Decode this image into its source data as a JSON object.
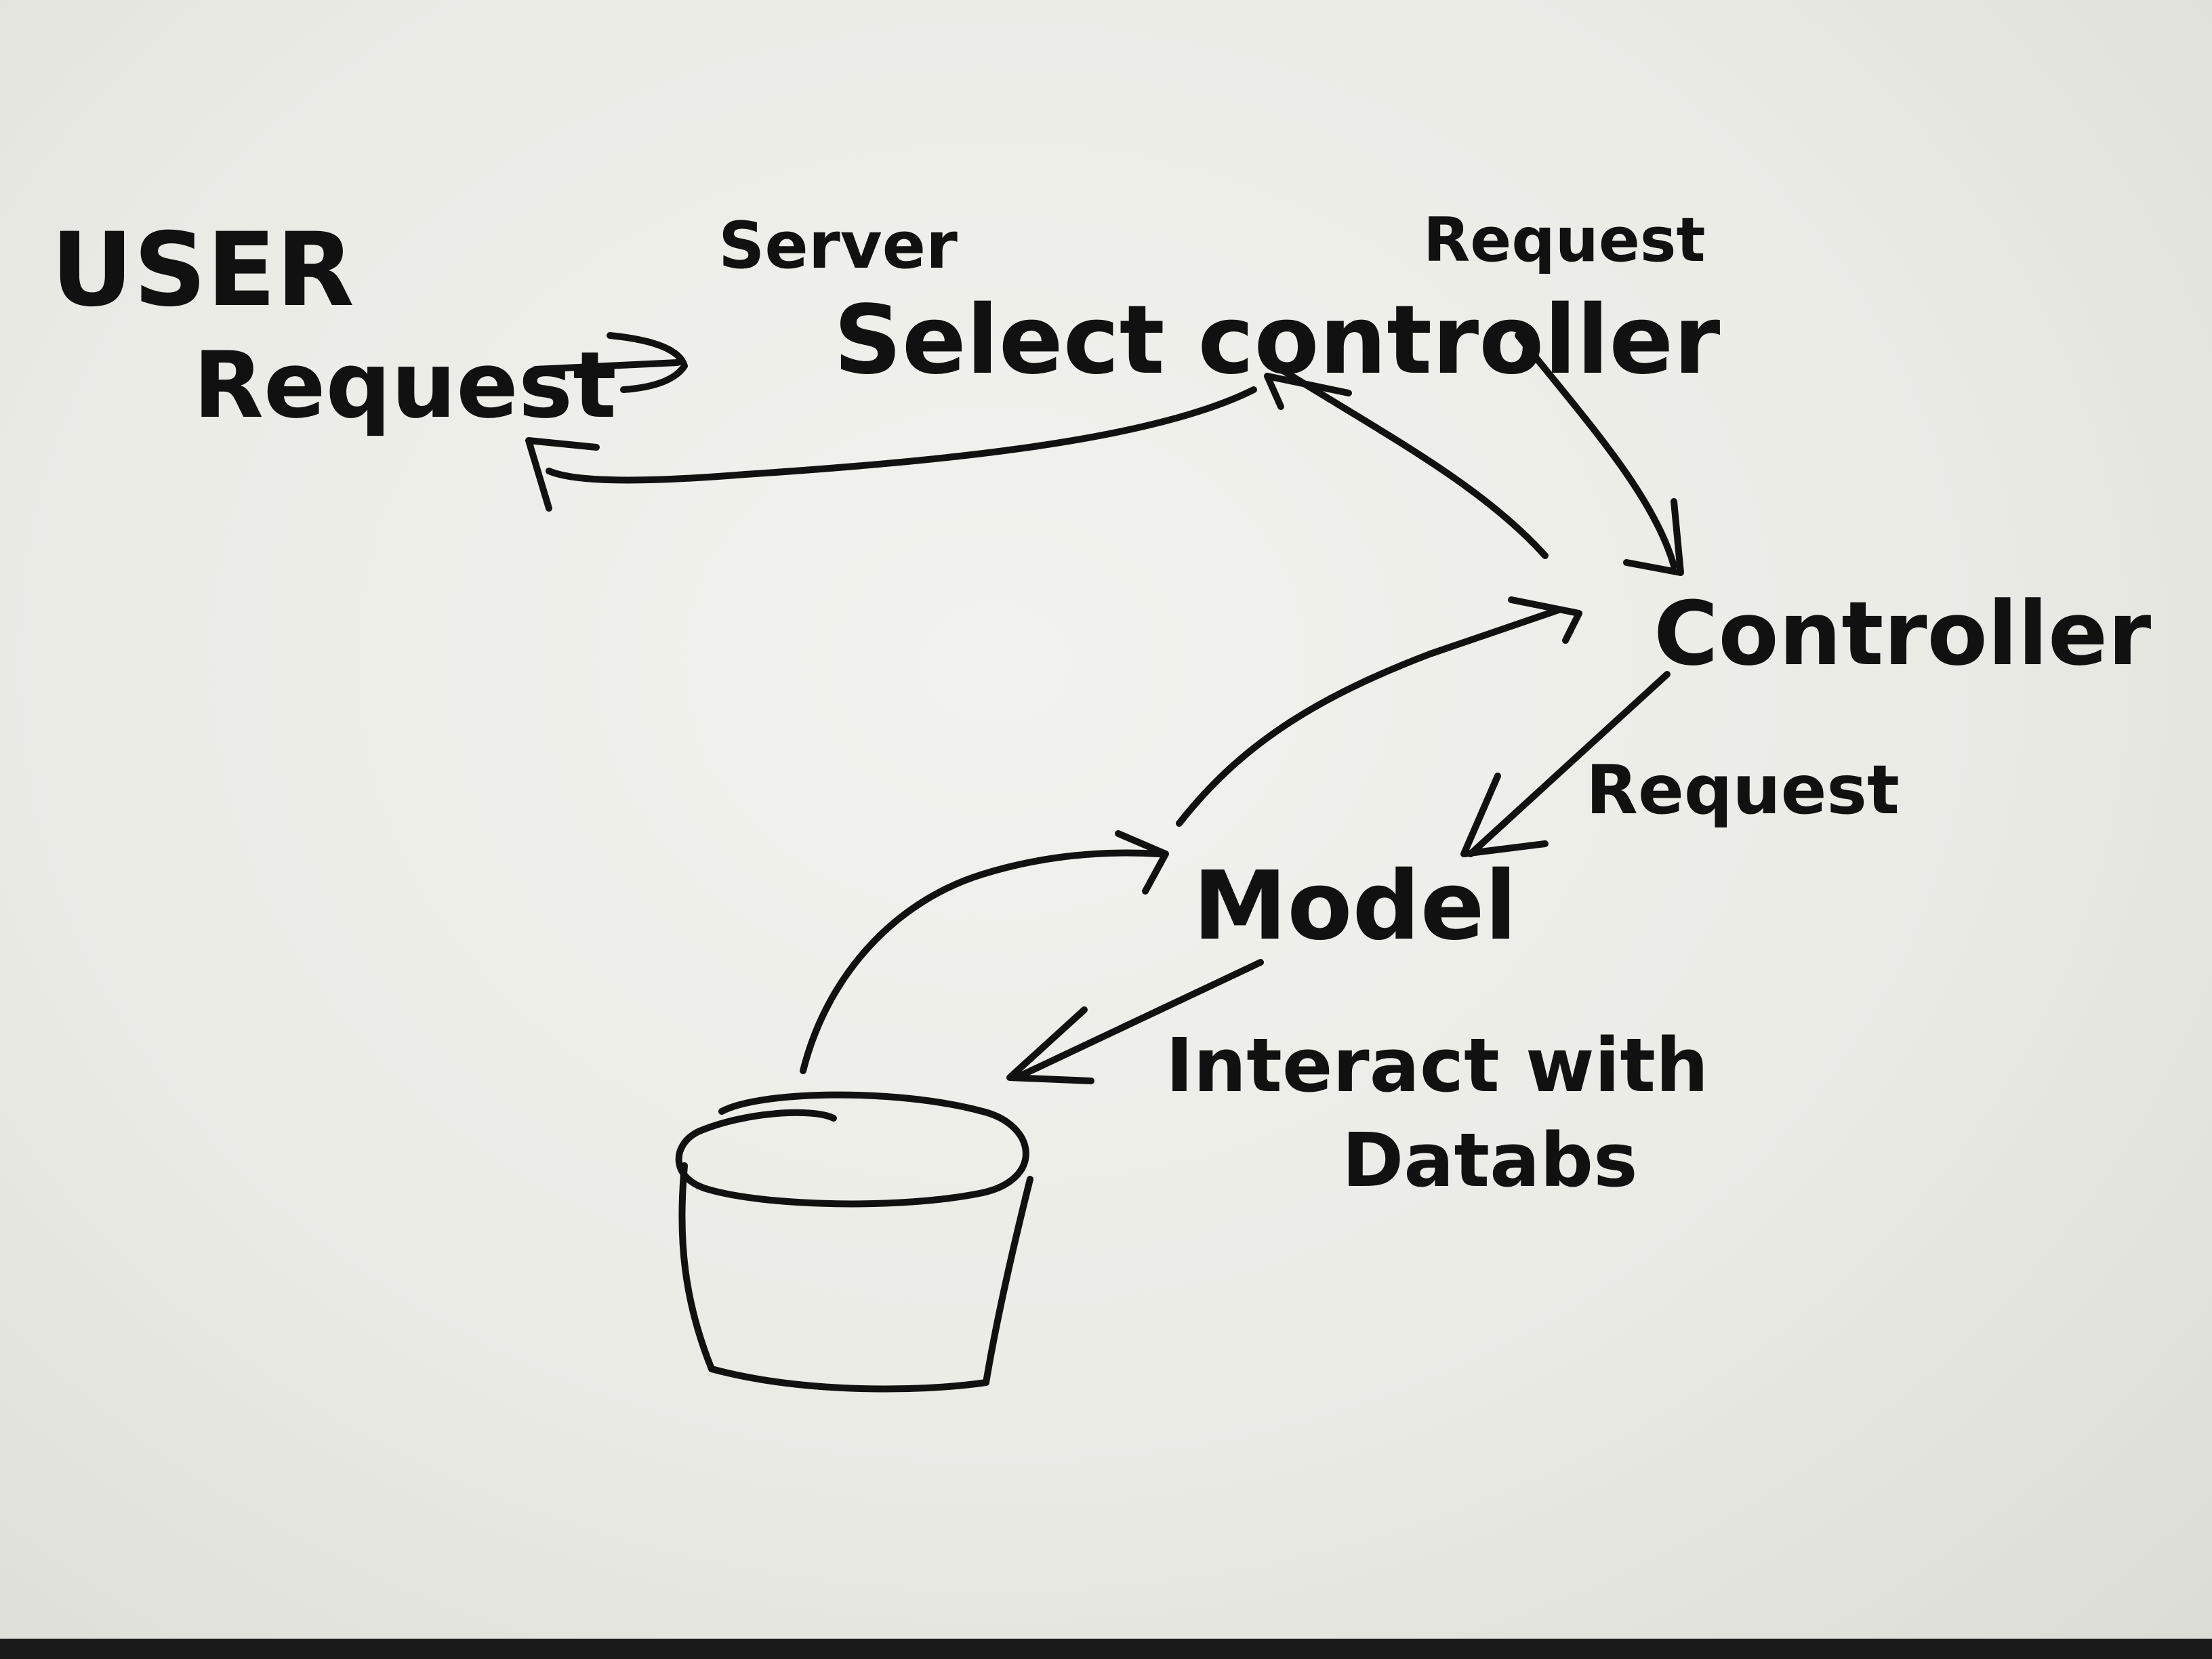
{
  "labels": {
    "user": "USER",
    "user_request": "Request",
    "server": "Server",
    "top_request": "Request",
    "select_controller": "Select controller",
    "controller": "Controller",
    "controller_request": "Request",
    "model": "Model",
    "interact_line1": "Interact with",
    "interact_line2": "Databs"
  },
  "colors": {
    "ink": "#111111",
    "board": "#eeeeea"
  }
}
